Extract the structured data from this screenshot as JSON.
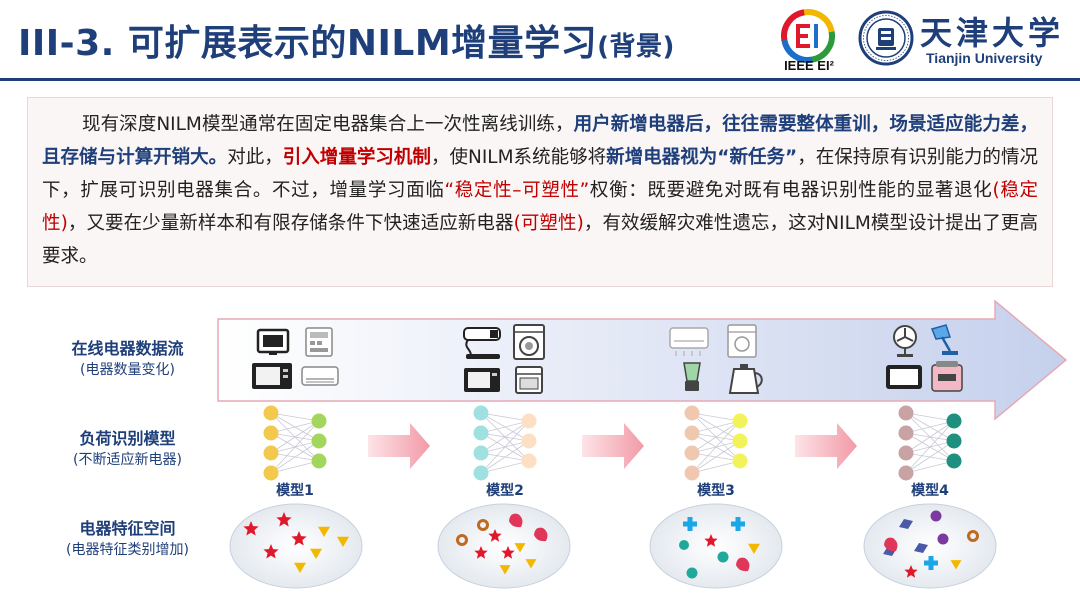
{
  "header": {
    "title_main": "III-3. 可扩展表示的NILM增量学习",
    "title_sub": "(背景)"
  },
  "logos": {
    "ieee_text": "IEEE EI²",
    "tju_cn": "天津大学",
    "tju_en": "Tianjin University"
  },
  "paragraph": {
    "s1": "现有深度NILM模型通常在固定电器集合上一次性离线训练，",
    "s2": "用户新增电器后，往往需要整体重训，场景适应能力差，且存储与计算开销大。",
    "s3": "对此，",
    "s4": "引入增量学习机制",
    "s5": "，使NILM系统能够将",
    "s6": "新增电器视为“新任务”",
    "s7": "，在保持原有识别能力的情况下，扩展可识别电器集合。不过，增量学习面临",
    "s8": "“稳定性–可塑性”",
    "s9": "权衡：既要避免对既有电器识别性能的显著退化",
    "s10": "(稳定性)",
    "s11": "，又要在少量新样本和有限存储条件下快速适应新电器",
    "s12": "(可塑性)",
    "s13": "，有效缓解灾难性遗忘，这对NILM模型设计提出了更高要求。"
  },
  "rows": {
    "stream": {
      "title": "在线电器数据流",
      "subtitle": "(电器数量变化)"
    },
    "model": {
      "title": "负荷识别模型",
      "subtitle": "(不断适应新电器)"
    },
    "feature": {
      "title": "电器特征空间",
      "subtitle": "(电器特征类别增加)"
    }
  },
  "models": [
    {
      "label": "模型1",
      "input_color": "#f2c94c",
      "output_color": "#a3d65c"
    },
    {
      "label": "模型2",
      "input_color": "#9fe0e0",
      "output_color": "#fde0c4"
    },
    {
      "label": "模型3",
      "input_color": "#f0c8b0",
      "output_color": "#f2f25a"
    },
    {
      "label": "模型4",
      "input_color": "#c9a3a3",
      "output_color": "#1f8f7f"
    }
  ],
  "colors": {
    "brand": "#1f3f7a",
    "accent_red": "#c00000",
    "arrow_fill": "#cfd8ef",
    "small_arrow": "#f4aab4",
    "star": "#e0182b",
    "triangle": "#f2b800",
    "ring": "#c06a20",
    "petal": "#e0365a",
    "cross": "#1aa7e8",
    "teal_dot": "#20a99a",
    "diamond": "#4a5aa8",
    "violet_dot": "#7c3aa0"
  }
}
